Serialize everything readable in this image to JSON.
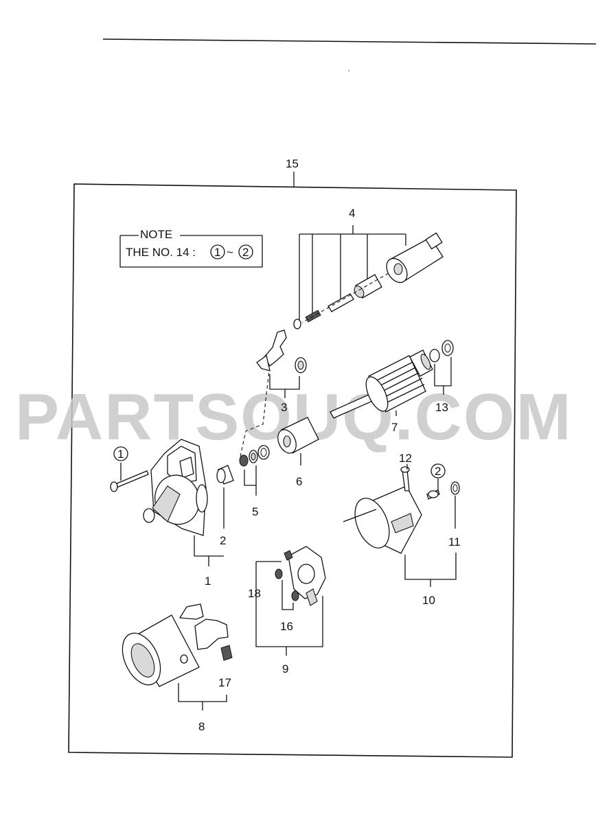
{
  "watermark": "PARTSOUQ.COM",
  "note": {
    "heading": "NOTE",
    "text": "THE NO. 14 :",
    "ref_a": "1",
    "tilde": "~",
    "ref_b": "2"
  },
  "callouts": {
    "c15": "15",
    "c4": "4",
    "c3": "3",
    "c13": "13",
    "c7": "7",
    "c6": "6",
    "c5": "5",
    "c2": "2",
    "c1": "1",
    "c12": "12",
    "c11": "11",
    "c10": "10",
    "c18": "18",
    "c16": "16",
    "c9": "9",
    "c17": "17",
    "c8": "8",
    "circ1": "1",
    "circ2": "2"
  }
}
